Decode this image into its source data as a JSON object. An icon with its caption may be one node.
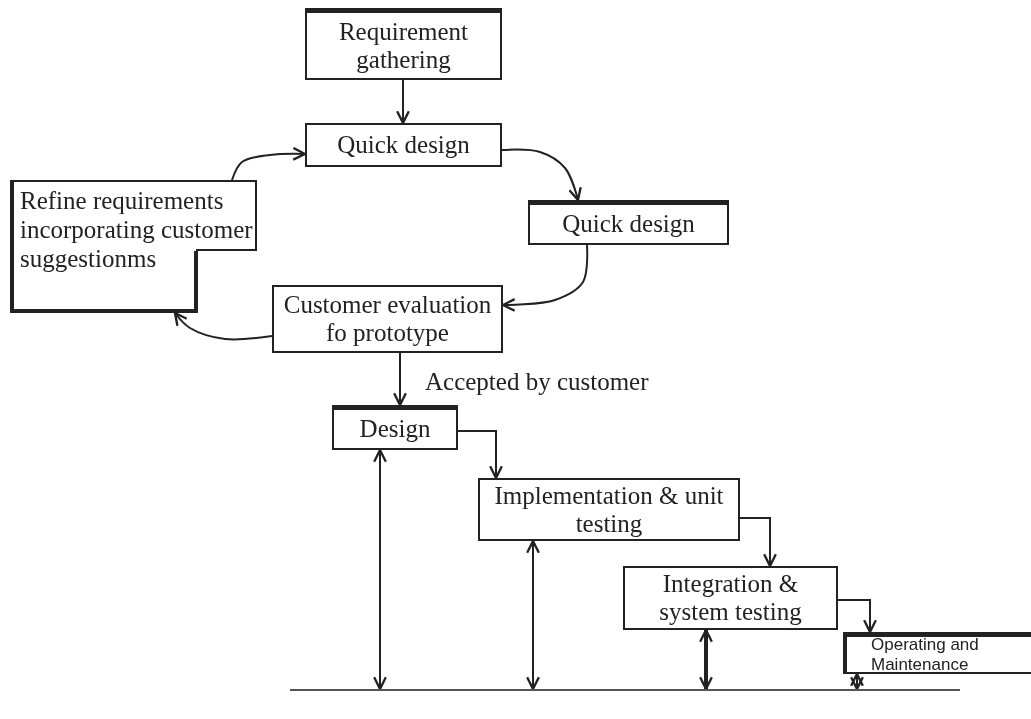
{
  "diagram": {
    "nodes": [
      {
        "text": [
          "Requirement gathering"
        ]
      },
      {
        "text": [
          "Quick design"
        ]
      },
      {
        "text": [
          "Quick design"
        ]
      },
      {
        "text": [
          "Refine requirements incorporating customer suggestionms"
        ]
      },
      {
        "text": [
          "Customer evaluation fo prototype"
        ]
      },
      {
        "text": [
          "Design"
        ]
      },
      {
        "text": [
          "Implementation & unit testing"
        ]
      },
      {
        "text": [
          "Integration & system testing"
        ]
      },
      {
        "text": [
          "Operating and Maintenance"
        ]
      },
      {
        "text": [],
        "shape": "bar"
      }
    ],
    "edges": [
      {
        "from": 0,
        "to": 1,
        "arrow": "to"
      },
      {
        "from": 1,
        "to": 2,
        "arrow": "to"
      },
      {
        "from": 2,
        "to": 4,
        "arrow": "to"
      },
      {
        "from": 4,
        "to": 3,
        "arrow": "to"
      },
      {
        "from": 3,
        "to": 1,
        "arrow": "to"
      },
      {
        "from": 4,
        "to": 5,
        "arrow": "to",
        "label": "Accepted by customer"
      },
      {
        "from": 5,
        "to": 6,
        "arrow": "to"
      },
      {
        "from": 6,
        "to": 7,
        "arrow": "to"
      },
      {
        "from": 7,
        "to": 8,
        "arrow": "to"
      },
      {
        "from": 5,
        "to": 9,
        "arrow": "both"
      },
      {
        "from": 6,
        "to": 9,
        "arrow": "both"
      },
      {
        "from": 7,
        "to": 9,
        "arrow": "both",
        "style": "thick"
      },
      {
        "from": 8,
        "to": 9,
        "arrow": "both"
      }
    ]
  }
}
